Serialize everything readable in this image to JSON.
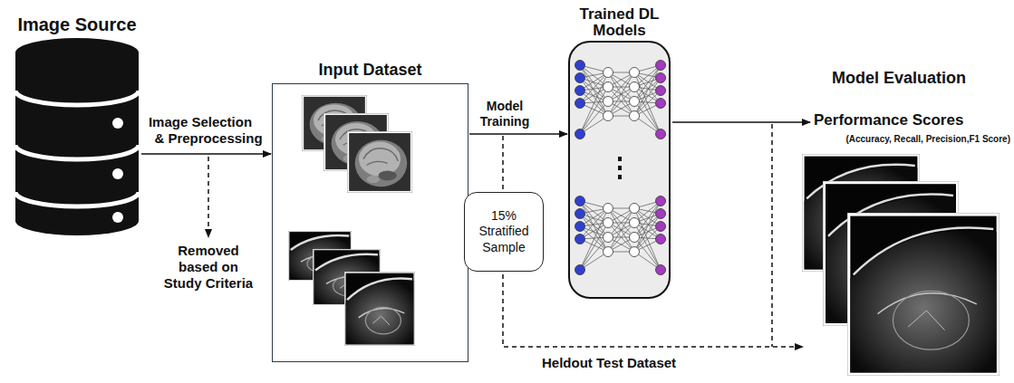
{
  "diagram": {
    "nodes": [
      {
        "text": [
          "Image Source"
        ]
      },
      {
        "text": [
          "Input Dataset"
        ]
      },
      {
        "text": [
          "15% Stratified Sample"
        ]
      },
      {
        "text": [
          "Trained DL Models"
        ]
      }
    ],
    "edges": [
      {
        "from": 0,
        "to": 1,
        "arrow": "to",
        "label": "Image Selection & Preprocessing"
      },
      {
        "from": 1,
        "to": 3,
        "arrow": "to",
        "label": "Model Training"
      }
    ],
    "labels": [
      "Removed based on Study Criteria",
      "Model Evaluation",
      "Performance Scores",
      "(Accuracy, Recall, Precision,F1 Score)",
      "Heldout Test Dataset"
    ]
  }
}
